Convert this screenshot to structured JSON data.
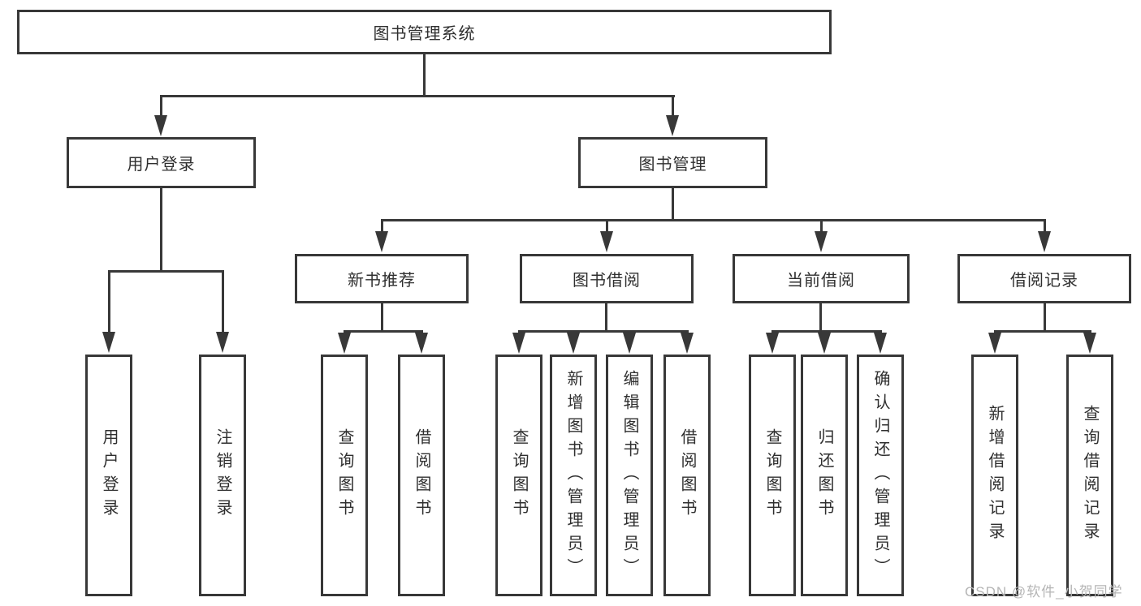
{
  "diagram": {
    "root": "图书管理系统",
    "branches": {
      "user_login": "用户登录",
      "book_management": "图书管理"
    },
    "modules": {
      "new_book_recommend": "新书推荐",
      "book_borrow": "图书借阅",
      "current_borrow": "当前借阅",
      "borrow_records": "借阅记录"
    },
    "leaves": {
      "user_login": [
        "用户登录",
        "注销登录"
      ],
      "new_book_recommend": [
        "查询图书",
        "借阅图书"
      ],
      "book_borrow": [
        "查询图书",
        "新增图书（管理员）",
        "编辑图书（管理员）",
        "借阅图书"
      ],
      "current_borrow": [
        "查询图书",
        "归还图书",
        "确认归还（管理员）"
      ],
      "borrow_records": [
        "新增借阅记录",
        "查询借阅记录"
      ]
    }
  },
  "watermark": "CSDN @软件_小贺同学",
  "colors": {
    "line": "#383838",
    "text": "#2f2f2f",
    "background": "#ffffff",
    "watermark": "#b5b5b5"
  }
}
